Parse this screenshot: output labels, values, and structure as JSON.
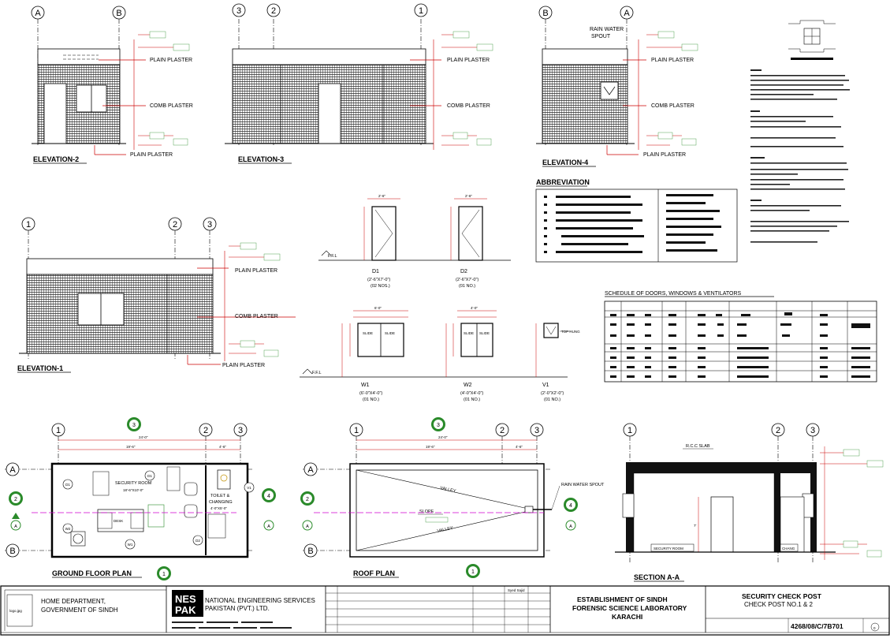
{
  "elevations": {
    "elevation_2": {
      "title": "ELEVATION-2",
      "grids": [
        "A",
        "B"
      ]
    },
    "elevation_3": {
      "title": "ELEVATION-3",
      "grids": [
        "3",
        "2",
        "1"
      ]
    },
    "elevation_4": {
      "title": "ELEVATION-4",
      "grids": [
        "B",
        "A"
      ],
      "spout_label": "RAIN WATER\nSPOUT"
    },
    "elevation_1": {
      "title": "ELEVATION-1",
      "grids": [
        "1",
        "2",
        "3"
      ]
    },
    "plain_plaster": "PLAIN PLASTER",
    "comb_plaster": "COMB PLASTER",
    "ffl": "F.F.L"
  },
  "doors": {
    "d1": {
      "name": "D1",
      "size": "(2'-6\"X7'-0\")",
      "qty": "(02 NOS.)",
      "width": "2'-6\""
    },
    "d2": {
      "name": "D2",
      "size": "(2'-6\"X7'-0\")",
      "qty": "(01 NO.)",
      "width": "2'-6\""
    }
  },
  "windows": {
    "w1": {
      "name": "W1",
      "size": "(6'-0\"X4'-0\")",
      "qty": "(01 NO.)",
      "width": "6'-0\"",
      "panes": [
        "SLIDE",
        "SLIDE"
      ]
    },
    "w2": {
      "name": "W2",
      "size": "(4'-0\"X4'-0\")",
      "qty": "(01 NO.)",
      "width": "4'-0\"",
      "panes": [
        "SLIDE",
        "SLIDE"
      ]
    },
    "v1": {
      "name": "V1",
      "size": "(2'-0\"X2'-0\")",
      "qty": "(01 NO.)",
      "hinge": "TOP HUNG"
    }
  },
  "abbreviation": {
    "title": "ABBREVIATION"
  },
  "schedule": {
    "title": "SCHEDULE OF DOORS, WINDOWS & VENTILATORS"
  },
  "ground_floor": {
    "title": "GROUND FLOOR PLAN",
    "security_room": "SECURITY ROOM",
    "security_room_size": "18'-6\"X10'-0\"",
    "toilet": "TOILET &\nCHANGING",
    "toilet_size": "4'-0\"X5'-0\"",
    "overall": "24'-0\"",
    "left_dim": "19'-6\"",
    "right_dim": "4'-6\"",
    "tags": [
      "D1",
      "D2",
      "W1",
      "W2",
      "V1"
    ]
  },
  "roof_plan": {
    "title": "ROOF PLAN",
    "spout": "RAIN WATER SPOUT",
    "valley": "VALLEY",
    "slope": "SLOPE",
    "overall": "24'-0\"",
    "left_dim": "19'-6\"",
    "right_dim": "4'-6\""
  },
  "section": {
    "title": "SECTION A-A",
    "slab": "R.C.C SLAB",
    "room": "SECURITY ROOM",
    "changing": "CHANG",
    "grids": [
      "1",
      "2",
      "3"
    ]
  },
  "title_block": {
    "client_line1": "HOME DEPARTMENT,",
    "client_line2": "GOVERNMENT OF SINDH",
    "logo_text": "logo.jpg",
    "consultant_line1": "NATIONAL ENGINEERING SERVICES",
    "consultant_line2": "PAKISTAN (PVT.) LTD.",
    "project_line1": "ESTABLISHMENT OF SINDH",
    "project_line2": "FORENSIC SCIENCE LABORATORY",
    "project_line3": "KARACHI",
    "drawing_title1": "SECURITY CHECK POST",
    "drawing_title2": "CHECK POST NO.1 & 2",
    "drawing_number": "4268/08/C/7B701",
    "drawn_by": "Syed Sajid",
    "revision": "0"
  }
}
